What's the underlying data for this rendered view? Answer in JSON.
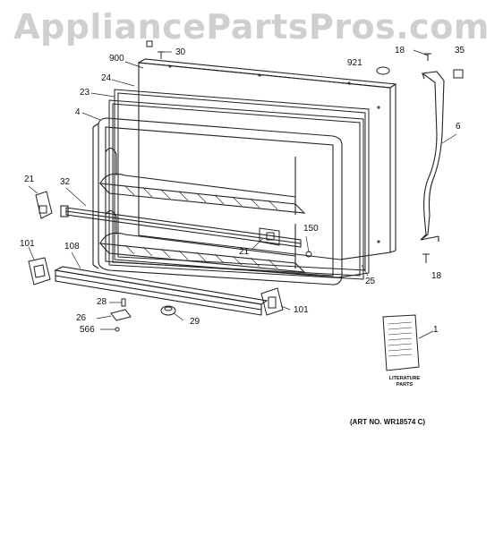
{
  "watermark": "AppliancePartsPros.com",
  "art_number": "(ART NO. WR18574 C)",
  "literature_label": [
    "LITERATURE",
    "PARTS"
  ],
  "callouts": {
    "c900": "900",
    "c30": "30",
    "c24": "24",
    "c23": "23",
    "c4": "4",
    "c921": "921",
    "c18a": "18",
    "c35": "35",
    "c6": "6",
    "c21a": "21",
    "c32": "32",
    "c150": "150",
    "c21b": "21",
    "c101a": "101",
    "c108": "108",
    "c25": "25",
    "c18b": "18",
    "c28": "28",
    "c26": "26",
    "c566": "566",
    "c29": "29",
    "c101b": "101",
    "c1": "1"
  }
}
